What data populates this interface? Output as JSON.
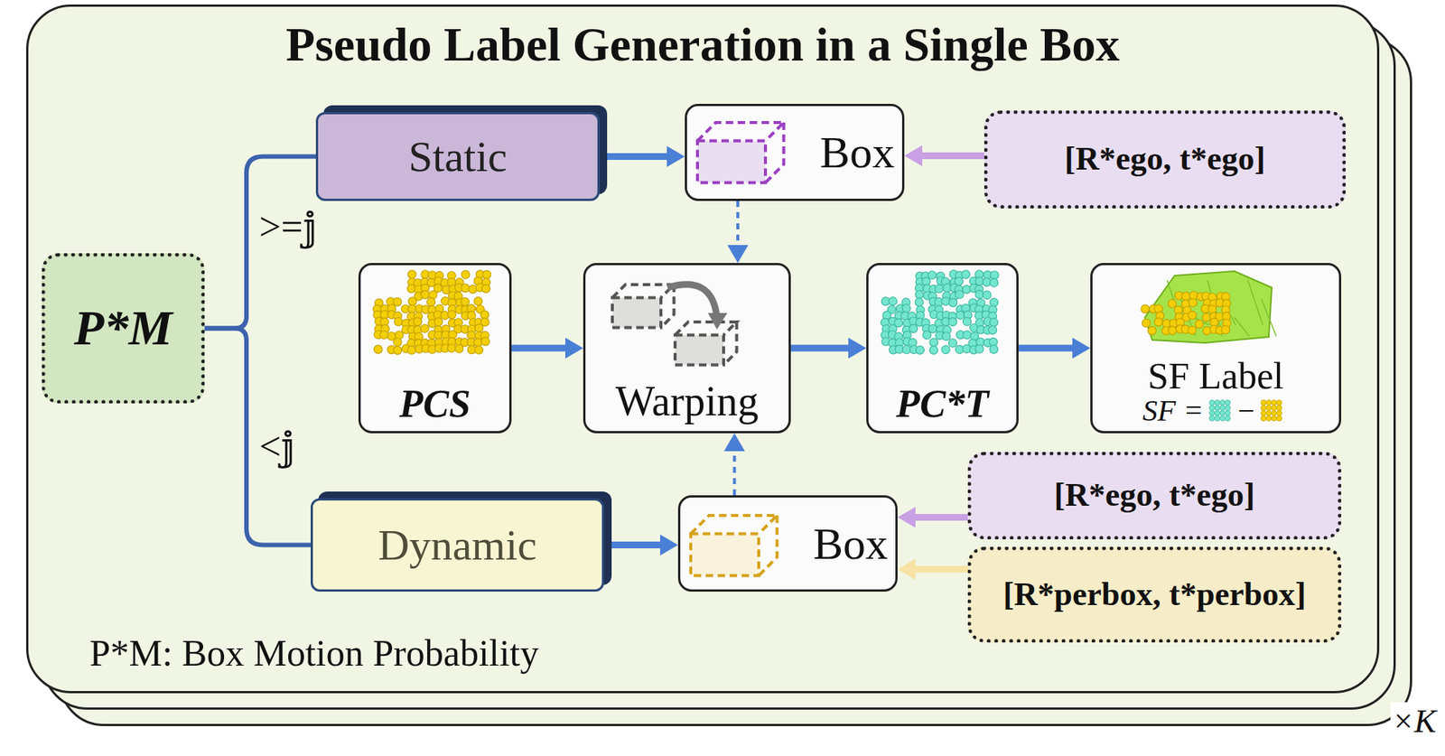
{
  "diagram": {
    "title": "Pseudo Label Generation in a Single Box",
    "nodes": [
      {
        "text": [
          "P*M: Box Motion Probability"
        ]
      },
      {
        "text": [
          "P*M"
        ],
        "in": 0
      },
      {
        "text": [
          "Static"
        ],
        "in": 0
      },
      {
        "text": [
          "Box"
        ],
        "in": 0
      },
      {
        "text": [
          "[R*ego, t*ego]"
        ],
        "in": 0
      },
      {
        "text": [
          "PCS"
        ],
        "in": 0
      },
      {
        "text": [
          "Warping"
        ],
        "in": 0
      },
      {
        "text": [
          "PC*T"
        ],
        "in": 0
      },
      {
        "text": [
          "SF Label",
          "SF =",
          "−"
        ],
        "in": 0
      },
      {
        "text": [
          "Dynamic"
        ],
        "in": 0
      },
      {
        "text": [
          "Box"
        ],
        "in": 0
      },
      {
        "text": [
          "[R*ego, t*ego]"
        ],
        "in": 0
      },
      {
        "text": [
          "[R*perbox, t*perbox]"
        ],
        "in": 0
      }
    ],
    "edges": [
      {
        "from": 1,
        "to": 2,
        "label": ">=𝕛",
        "arrow": "none"
      },
      {
        "from": 1,
        "to": 9,
        "label": "<𝕛",
        "arrow": "none"
      },
      {
        "from": 2,
        "to": 3,
        "arrow": "to"
      },
      {
        "from": 4,
        "to": 3,
        "arrow": "to"
      },
      {
        "from": 3,
        "to": 6,
        "arrow": "to"
      },
      {
        "from": 5,
        "to": 6,
        "arrow": "to"
      },
      {
        "from": 6,
        "to": 7,
        "arrow": "to"
      },
      {
        "from": 7,
        "to": 8,
        "arrow": "to"
      },
      {
        "from": 9,
        "to": 10,
        "arrow": "to"
      },
      {
        "from": 11,
        "to": 10,
        "arrow": "to"
      },
      {
        "from": 12,
        "to": 10,
        "arrow": "to"
      },
      {
        "from": 10,
        "to": 6,
        "arrow": "to"
      }
    ],
    "labels": [
      "×K"
    ]
  }
}
